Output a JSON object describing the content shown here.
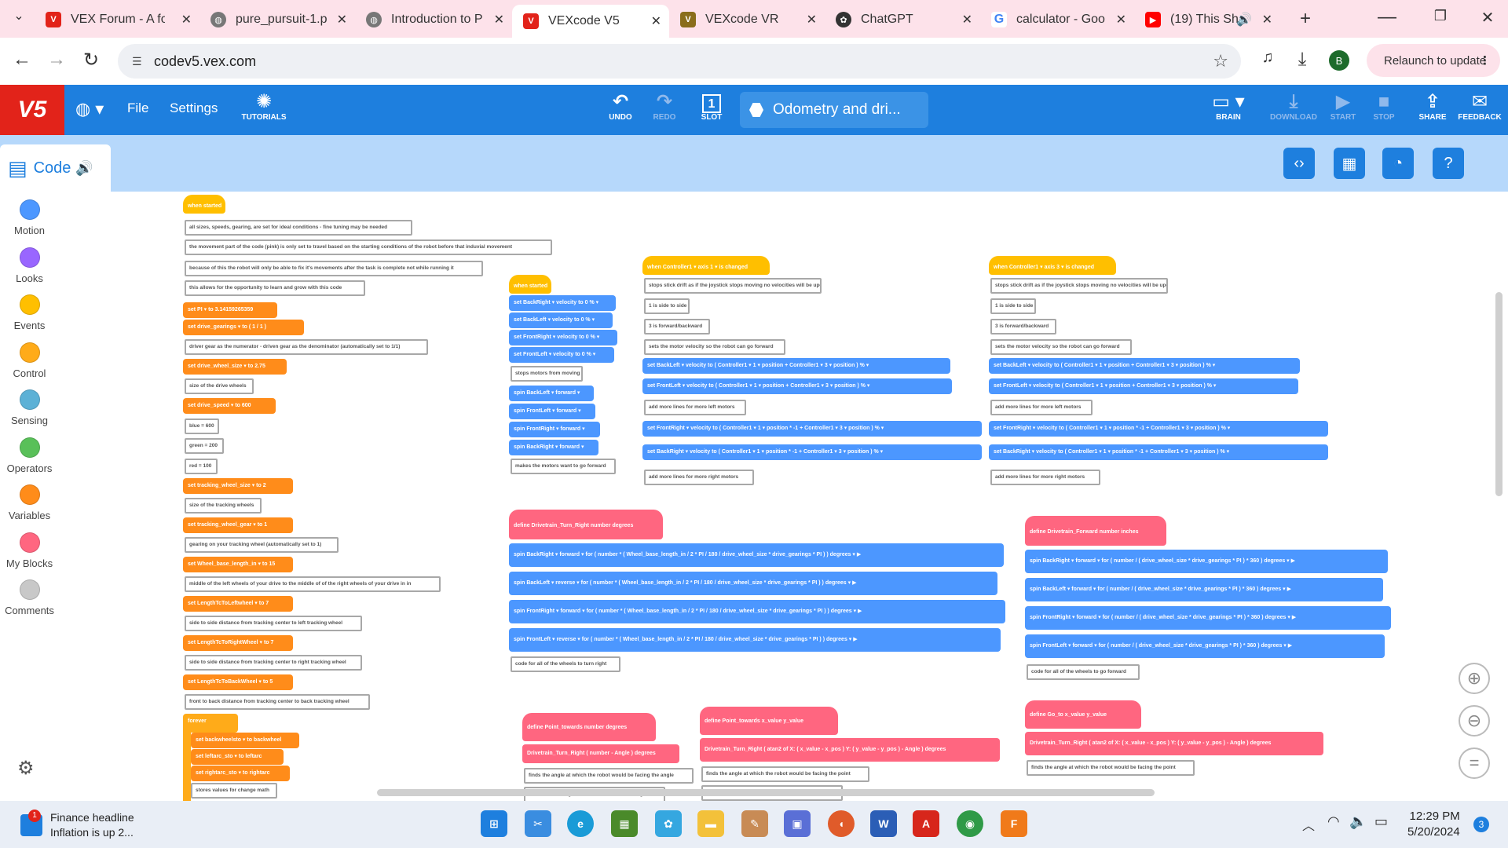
{
  "browser": {
    "tabs": [
      {
        "title": "VEX Forum - A fo",
        "favicon": "vex-forum-icon",
        "color": "#e2231a"
      },
      {
        "title": "pure_pursuit-1.p",
        "favicon": "globe-icon",
        "color": "#666666"
      },
      {
        "title": "Introduction to P",
        "favicon": "globe-icon",
        "color": "#666666"
      },
      {
        "title": "VEXcode V5",
        "favicon": "vex-icon",
        "color": "#e2231a",
        "active": true
      },
      {
        "title": "VEXcode VR",
        "favicon": "vex-vr-icon",
        "color": "#8a6d1b"
      },
      {
        "title": "ChatGPT",
        "favicon": "chatgpt-icon",
        "color": "#333333"
      },
      {
        "title": "calculator - Goo",
        "favicon": "google-icon",
        "color": "#4285f4"
      },
      {
        "title": "(19) This Sha",
        "favicon": "youtube-icon",
        "color": "#ff0000"
      }
    ],
    "url": "codev5.vex.com",
    "relaunch_label": "Relaunch to update",
    "profile_initial": "B"
  },
  "toolbar": {
    "logo": "V5",
    "file": "File",
    "settings": "Settings",
    "tutorials": "TUTORIALS",
    "undo": "UNDO",
    "redo": "REDO",
    "slot": "SLOT",
    "slot_number": "1",
    "project_name": "Odometry and dri...",
    "brain": "BRAIN",
    "download": "DOWNLOAD",
    "start": "START",
    "stop": "STOP",
    "share": "SHARE",
    "feedback": "FEEDBACK"
  },
  "code_tab": {
    "label": "Code"
  },
  "categories": [
    {
      "label": "Motion",
      "color": "#4c97ff"
    },
    {
      "label": "Looks",
      "color": "#9966ff"
    },
    {
      "label": "Events",
      "color": "#ffbf00"
    },
    {
      "label": "Control",
      "color": "#ffab19"
    },
    {
      "label": "Sensing",
      "color": "#5cb1d6"
    },
    {
      "label": "Operators",
      "color": "#59c059"
    },
    {
      "label": "Variables",
      "color": "#ff8c1a"
    },
    {
      "label": "My Blocks",
      "color": "#ff6680"
    },
    {
      "label": "Comments",
      "color": "#c8c8c8"
    }
  ],
  "colors": {
    "events": "#ffbf00",
    "motion": "#4c97ff",
    "variables": "#ff8c1a",
    "operators": "#59c059",
    "myblocks": "#ff6680",
    "control": "#ffab19",
    "sensing": "#5cb1d6"
  },
  "blocks": {
    "main_hat": "when started",
    "main_comments": [
      "all sizes, speeds, gearing, are set for ideal conditions - fine tuning may be needed",
      "the movement part of the code (pink) is only set to travel based on the starting conditions of the robot before that induvial movement",
      "because of this the robot will only be able to fix it's movements after the task is complete not while running it",
      "this allows for the opportunity to learn and grow with this code"
    ],
    "set_pi": "set  PI  ▾  to  3.14159265359",
    "set_gearings": "set  drive_gearings  ▾  to  ( 1 / 1 )",
    "c_gearings": "driver gear as the numerator - driven gear as the denominator (automatically set to 1/1)",
    "set_wheel": "set  drive_wheel_size  ▾  to  2.75",
    "c_wheel": "size of the drive wheels",
    "set_speed": "set  drive_speed  ▾  to  600",
    "c_blue": "blue = 600",
    "c_green": "green = 200",
    "c_red": "red = 100",
    "set_tw": "set  tracking_wheel_size  ▾  to  2",
    "c_tw": "size of the tracking wheels",
    "set_tg": "set  tracking_wheel_gear  ▾  to  1",
    "c_tg": "gearing on your tracking wheel (automatically set to 1)",
    "set_base": "set  Wheel_base_length_in  ▾  to  15",
    "c_base": "middle of the left wheels of your drive to the middle of of the right wheels of your drive in in",
    "set_left": "set  LengthTcToLeftwheel  ▾  to  7",
    "c_left": "side to side distance from tracking center to left tracking wheel",
    "set_right": "set  LengthTcToRightWheel  ▾  to  7",
    "c_right": "side to side distance from tracking center to right tracking wheel",
    "set_back": "set  LengthTcToBackWheel  ▾  to  5",
    "c_back": "front to back distance from tracking center to back tracking wheel",
    "forever": "forever",
    "f1": "set  backwheelsto  ▾  to  backwheel",
    "f2": "set  leftarc_sto  ▾  to  leftarc",
    "f3": "set  rightarc_sto  ▾  to  rightarc",
    "c_stores": "stores values for change math",
    "stack2_hat": "when started",
    "s2": [
      "set  BackRight ▾  velocity to  0  % ▾",
      "set  BackLeft ▾  velocity to  0  % ▾",
      "set  FrontRight ▾  velocity to  0  % ▾",
      "set  FrontLeft ▾  velocity to  0  % ▾"
    ],
    "c_stops": "stops motors from moving",
    "s2b": [
      "spin  BackLeft ▾  forward ▾",
      "spin  FrontLeft ▾  forward ▾",
      "spin  FrontRight ▾  forward ▾",
      "spin  BackRight ▾  forward ▾"
    ],
    "c_forward": "makes the motors want to go forward",
    "axis1_hat": "when  Controller1 ▾  axis  1 ▾  is changed",
    "axis3_hat": "when  Controller1 ▾  axis  3 ▾  is changed",
    "c_drift": "stops stick drift as if the joystick stops moving no velocities will be updated",
    "c_side": "1 is side to side",
    "c_fb": "3 is forward/backward",
    "c_vel": "sets the motor velocity so the robot can go forward",
    "vel_left": [
      "set  BackLeft ▾  velocity to  ( Controller1 ▾  1 ▾  position  +  Controller1 ▾  3 ▾  position )  % ▾",
      "set  FrontLeft ▾  velocity to  ( Controller1 ▾  1 ▾  position  +  Controller1 ▾  3 ▾  position )  % ▾"
    ],
    "c_left_more": "add more lines for more left motors",
    "vel_right": [
      "set  FrontRight ▾  velocity to  ( Controller1 ▾  1 ▾  position  *  -1  +  Controller1 ▾  3 ▾  position )  % ▾",
      "set  BackRight ▾  velocity to  ( Controller1 ▾  1 ▾  position  *  -1  +  Controller1 ▾  3 ▾  position )  % ▾"
    ],
    "c_right_more": "add more lines for more right motors",
    "def_turn": "define  Drivetrain_Turn_Right  number  degrees",
    "turn_lines": [
      "spin  BackRight ▾  forward ▾  for  ( number  *  ( Wheel_base_length_in  /  2  *  PI  /  180  /  drive_wheel_size  *  drive_gearings  *  PI ) )  degrees ▾  ▶",
      "spin  BackLeft ▾  reverse ▾  for  ( number  *  ( Wheel_base_length_in  /  2  *  PI  /  180  /  drive_wheel_size  *  drive_gearings  *  PI ) )  degrees ▾  ▶",
      "spin  FrontRight ▾  forward ▾  for  ( number  *  ( Wheel_base_length_in  /  2  *  PI  /  180  /  drive_wheel_size  *  drive_gearings  *  PI ) )  degrees ▾  ▶",
      "spin  FrontLeft ▾  reverse ▾  for  ( number  *  ( Wheel_base_length_in  /  2  *  PI  /  180  /  drive_wheel_size  *  drive_gearings  *  PI ) )  degrees ▾  ▶"
    ],
    "c_turn": "code for all of the wheels to turn right",
    "def_fwd": "define  Drivetrain_Forward  number  inches",
    "fwd_lines": [
      "spin  BackRight ▾  forward ▾  for  ( number  /  ( drive_wheel_size  *  drive_gearings  *  PI )  *  360 )  degrees ▾  ▶",
      "spin  BackLeft ▾  forward ▾  for  ( number  /  ( drive_wheel_size  *  drive_gearings  *  PI )  *  360 )  degrees ▾  ▶",
      "spin  FrontRight ▾  forward ▾  for  ( number  /  ( drive_wheel_size  *  drive_gearings  *  PI )  *  360 )  degrees ▾  ▶",
      "spin  FrontLeft ▾  forward ▾  for  ( number  /  ( drive_wheel_size  *  drive_gearings  *  PI )  *  360 )  degrees ▾  ▶"
    ],
    "c_fwd": "code for all of the wheels to go forward",
    "def_point": "define  Point_towards  number  degrees",
    "point_line": "Drivetrain_Turn_Right  ( number  -  Angle )  degrees",
    "c_point": "finds the angle at which the robot would be facing the angle",
    "c_point2": "subtracts the angle at which the robot is facing",
    "def_pt2": "define  Point_towards  x_value  y_value",
    "pt2_line": "Drivetrain_Turn_Right  ( atan2 of X:  ( x_value  -  x_pos )  Y:  ( y_value  -  y_pos )  -  Angle )  degrees",
    "c_pt2": "finds the angle at which the robot would be facing the point",
    "c_pt2b": "subtracts the angle at which the robot is facing",
    "def_goto": "define  Go_to  x_value  y_value",
    "goto_line": "Drivetrain_Turn_Right  ( atan2 of X:  ( x_value  -  x_pos )  Y:  ( y_value  -  y_pos )  -  Angle )  degrees",
    "c_goto": "finds the angle at which the robot would be facing the point"
  },
  "taskbar": {
    "news_title": "Finance headline",
    "news_sub": "Inflation is up 2...",
    "news_badge": "1",
    "time": "12:29 PM",
    "date": "5/20/2024",
    "notif_count": "3"
  }
}
